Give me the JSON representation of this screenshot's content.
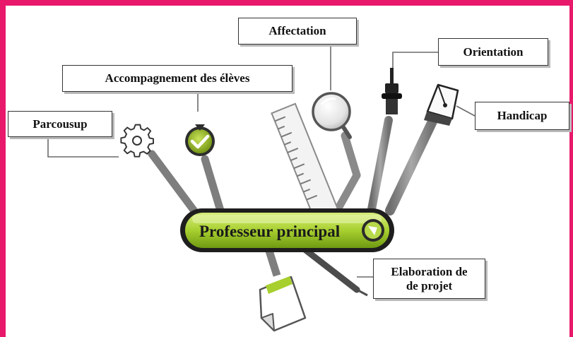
{
  "diagram": {
    "center": {
      "label": "Professeur principal"
    },
    "tools": [
      {
        "id": "parcousup",
        "label": "Parcousup",
        "icon": "gear-icon"
      },
      {
        "id": "accompagnement",
        "label": "Accompagnement des élèves",
        "icon": "checkmark-badge-icon"
      },
      {
        "id": "affectation",
        "label": "Affectation",
        "icon": "magnifier-icon"
      },
      {
        "id": "orientation",
        "label": "Orientation",
        "icon": "screwdriver-icon"
      },
      {
        "id": "handicap",
        "label": "Handicap",
        "icon": "pen-nib-icon"
      },
      {
        "id": "elaboration",
        "label_line1": "Elaboration de",
        "label_line2": "de projet",
        "icon": "document-icon"
      }
    ],
    "colors": {
      "frame": "#e8196b",
      "accent_green": "#9fca2a",
      "tool_gray": "#8c8c8c"
    }
  }
}
